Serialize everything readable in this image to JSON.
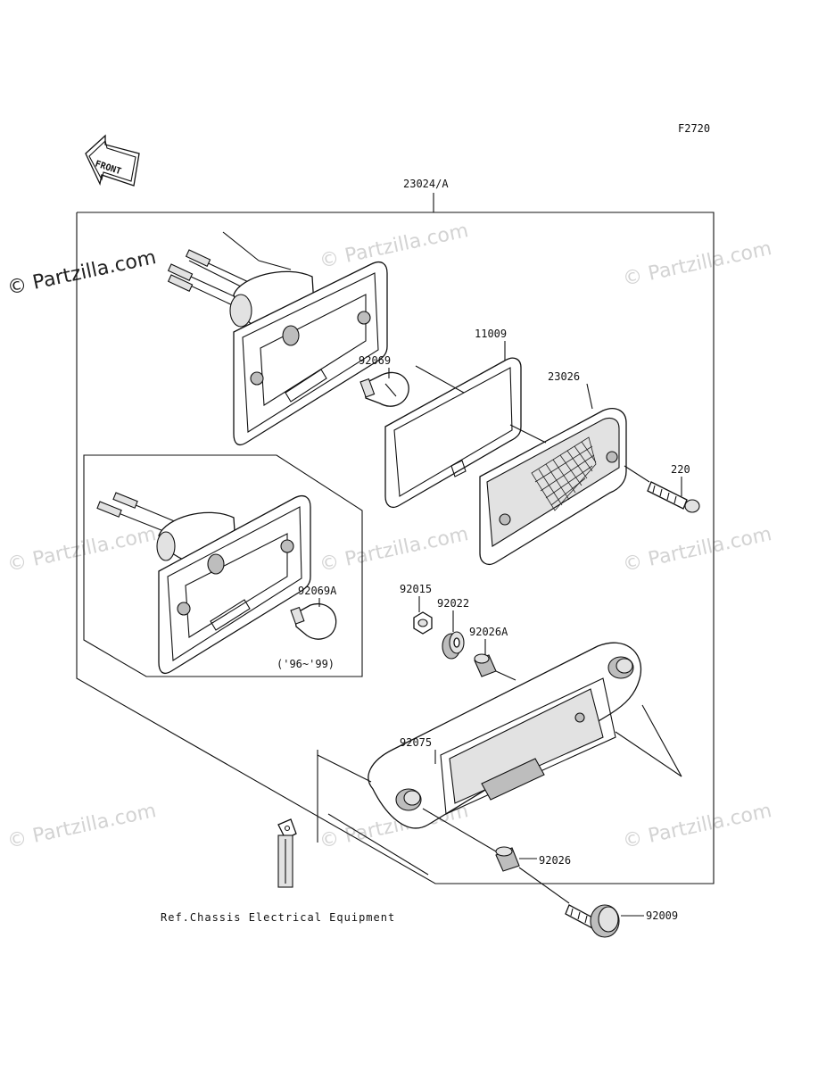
{
  "diagram": {
    "code": "F2720",
    "front_label": "FRONT",
    "assembly_label": "23024/A",
    "parts": {
      "p11009": "11009",
      "p92069": "92069",
      "p23026": "23026",
      "p220": "220",
      "p92069A": "92069A",
      "p92015": "92015",
      "p92022": "92022",
      "p92026A": "92026A",
      "p92075": "92075",
      "p92026": "92026",
      "p92009": "92009"
    },
    "year_note": "('96~'99)",
    "ref_note": "Ref.Chassis Electrical Equipment",
    "watermark_text": "© Partzilla.com"
  }
}
